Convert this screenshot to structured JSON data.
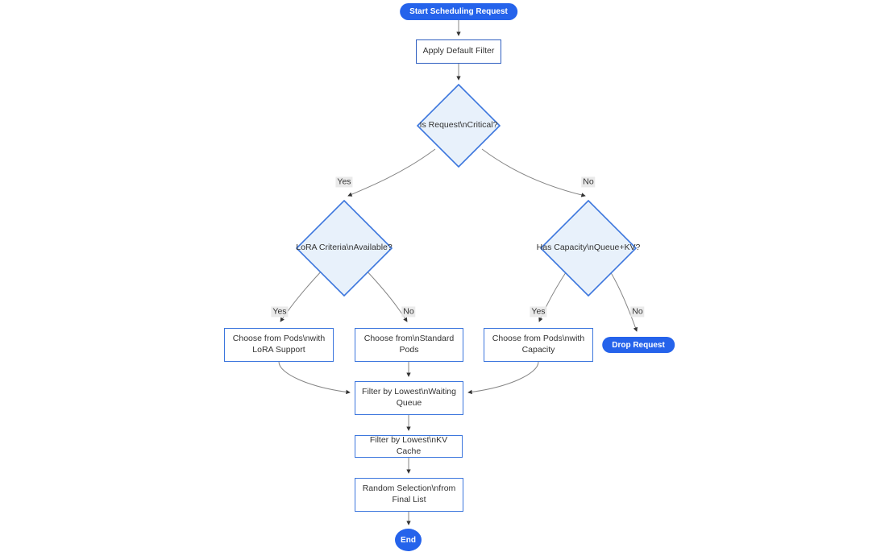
{
  "diagram": {
    "type": "flowchart",
    "colors": {
      "stadium_fill": "#2563eb",
      "stadium_text": "#ffffff",
      "decision_fill": "#e8f1fb",
      "node_border": "#3c76dd",
      "process_fill": "#ffffff",
      "node_text": "#333333",
      "edge_line": "#858585",
      "arrowhead": "#333333",
      "edge_label_bg": "#e8e8e8"
    },
    "nodes": {
      "start": {
        "label": "Start Scheduling Request",
        "shape": "stadium"
      },
      "apply_filter": {
        "label": "Apply Default Filter",
        "shape": "process"
      },
      "is_critical": {
        "label": "Is Request\\nCritical?",
        "shape": "decision"
      },
      "lora_criteria": {
        "label": "LoRA Criteria\\nAvailable?",
        "shape": "decision"
      },
      "has_capacity": {
        "label": "Has Capacity\\nQueue+KV?",
        "shape": "decision"
      },
      "choose_lora_pods": {
        "label": "Choose from Pods\\nwith LoRA Support",
        "shape": "process"
      },
      "choose_standard_pods": {
        "label": "Choose from\\nStandard Pods",
        "shape": "process"
      },
      "choose_capacity_pods": {
        "label": "Choose from Pods\\nwith Capacity",
        "shape": "process"
      },
      "drop_request": {
        "label": "Drop Request",
        "shape": "stadium"
      },
      "filter_waiting_queue": {
        "label": "Filter by Lowest\\nWaiting Queue",
        "shape": "process"
      },
      "filter_kv_cache": {
        "label": "Filter by Lowest\\nKV Cache",
        "shape": "process"
      },
      "random_selection": {
        "label": "Random Selection\\nfrom Final List",
        "shape": "process"
      },
      "end": {
        "label": "End",
        "shape": "circle"
      }
    },
    "edges": [
      {
        "from": "start",
        "to": "apply_filter",
        "label": ""
      },
      {
        "from": "apply_filter",
        "to": "is_critical",
        "label": ""
      },
      {
        "from": "is_critical",
        "to": "lora_criteria",
        "label": "Yes"
      },
      {
        "from": "is_critical",
        "to": "has_capacity",
        "label": "No"
      },
      {
        "from": "lora_criteria",
        "to": "choose_lora_pods",
        "label": "Yes"
      },
      {
        "from": "lora_criteria",
        "to": "choose_standard_pods",
        "label": "No"
      },
      {
        "from": "has_capacity",
        "to": "choose_capacity_pods",
        "label": "Yes"
      },
      {
        "from": "has_capacity",
        "to": "drop_request",
        "label": "No"
      },
      {
        "from": "choose_lora_pods",
        "to": "filter_waiting_queue",
        "label": ""
      },
      {
        "from": "choose_standard_pods",
        "to": "filter_waiting_queue",
        "label": ""
      },
      {
        "from": "choose_capacity_pods",
        "to": "filter_waiting_queue",
        "label": ""
      },
      {
        "from": "filter_waiting_queue",
        "to": "filter_kv_cache",
        "label": ""
      },
      {
        "from": "filter_kv_cache",
        "to": "random_selection",
        "label": ""
      },
      {
        "from": "random_selection",
        "to": "end",
        "label": ""
      }
    ]
  }
}
